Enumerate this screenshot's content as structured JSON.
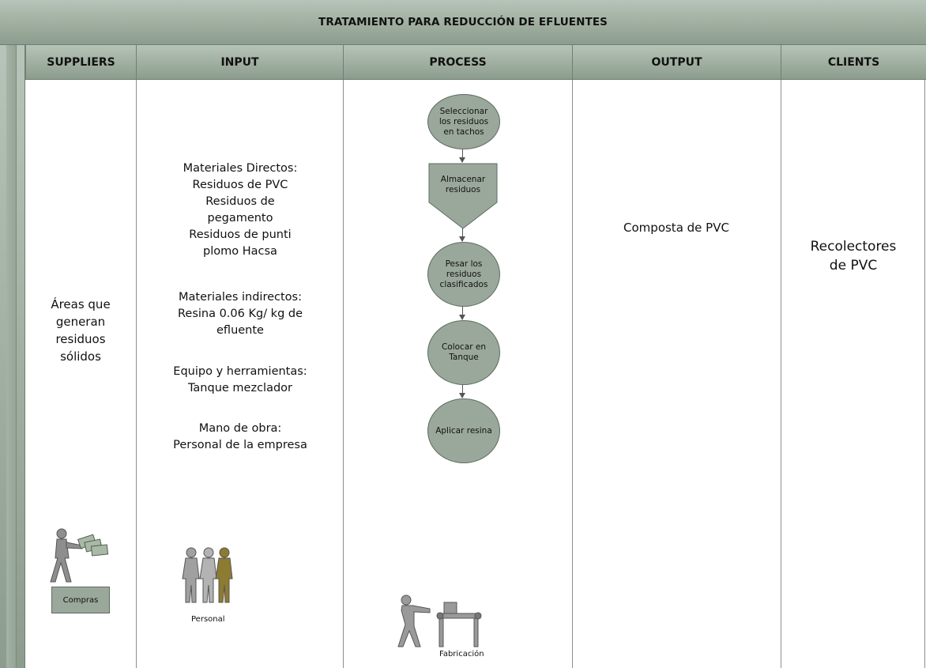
{
  "title": "TRATAMIENTO PARA REDUCCIÓN DE EFLUENTES",
  "columns": [
    "SUPPLIERS",
    "INPUT",
    "PROCESS",
    "OUTPUT",
    "CLIENTS"
  ],
  "suppliers": {
    "lines": [
      "Áreas que",
      "generan",
      "residuos",
      "sólidos"
    ],
    "caption": "Compras"
  },
  "input": {
    "group1": [
      "Materiales Directos:",
      "Residuos de PVC",
      "Residuos de",
      "pegamento",
      "Residuos de punti",
      "plomo Hacsa"
    ],
    "group2": [
      "Materiales indirectos:",
      "Resina 0.06 Kg/ kg de",
      "efluente"
    ],
    "group3": [
      "Equipo y herramientas:",
      "Tanque mezclador"
    ],
    "group4": [
      "Mano de obra:",
      "Personal de la empresa"
    ],
    "caption": "Personal"
  },
  "process": {
    "steps": [
      [
        "Seleccionar",
        "los residuos",
        "en tachos"
      ],
      [
        "Almacenar",
        "residuos"
      ],
      [
        "Pesar los",
        "residuos",
        "clasificados"
      ],
      [
        "Colocar en",
        "Tanque"
      ],
      [
        "Aplicar resina"
      ]
    ],
    "caption": "Fabricación"
  },
  "output": {
    "text": "Composta de PVC"
  },
  "clients": {
    "lines": [
      "Recolectores",
      "de PVC"
    ]
  },
  "icons": [
    "person-money-icon",
    "people-group-icon",
    "worker-machine-icon"
  ],
  "colors": {
    "header": "#9fae9f",
    "shape_fill": "#9aa89b",
    "shape_border": "#5d6d5f"
  }
}
